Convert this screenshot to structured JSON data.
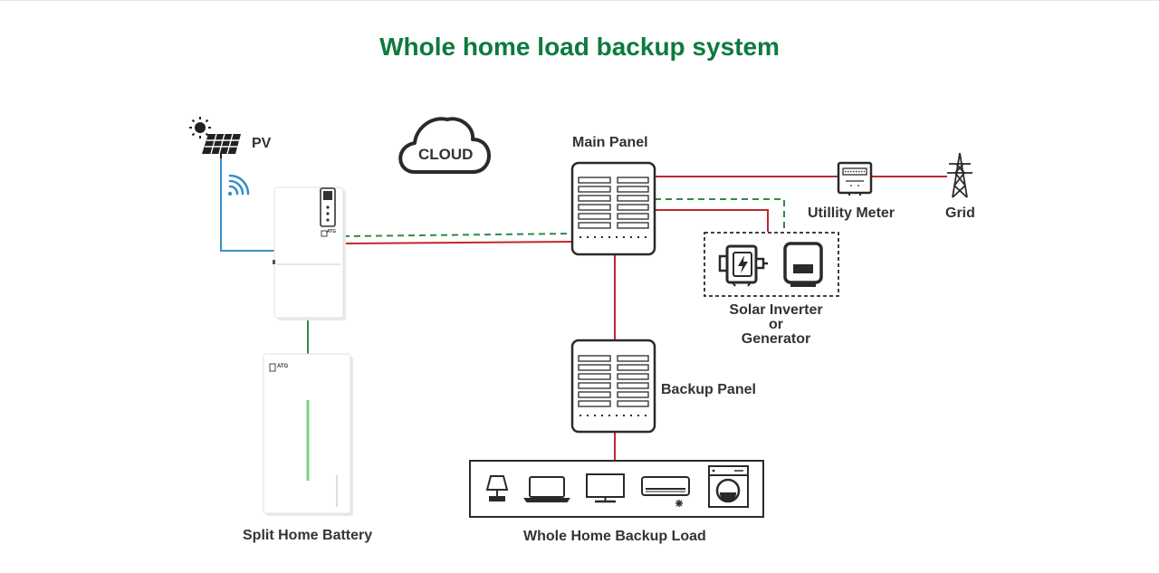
{
  "title": "Whole home load backup system",
  "colors": {
    "title": "#0d7a3e",
    "ac_line": "#c0282a",
    "dc_line": "#3a8fc7",
    "comm_line": "#2e8b45",
    "battery_bar": "#7ed07e",
    "outline": "#2a2a2a"
  },
  "labels": {
    "pv": "PV",
    "cloud": "CLOUD",
    "main_panel": "Main Panel",
    "utility_meter": "Utillity Meter",
    "grid": "Grid",
    "solar_inverter_line1": "Solar Inverter",
    "solar_inverter_line2": "or",
    "solar_inverter_line3": "Generator",
    "backup_panel": "Backup Panel",
    "split_home_battery": "Split Home Battery",
    "whole_home_backup_load": "Whole Home Backup Load",
    "brand": "ATG"
  },
  "icons": {
    "sun": "sun-icon",
    "solar_panel": "solar-panel-icon",
    "wifi": "wifi-icon",
    "cloud": "cloud-icon",
    "meter": "utility-meter-icon",
    "tower": "transmission-tower-icon",
    "inverter": "inverter-icon",
    "generator": "generator-icon",
    "lamp": "lamp-icon",
    "laptop": "laptop-icon",
    "monitor": "monitor-icon",
    "air_conditioner": "air-conditioner-icon",
    "washing_machine": "washing-machine-icon"
  }
}
